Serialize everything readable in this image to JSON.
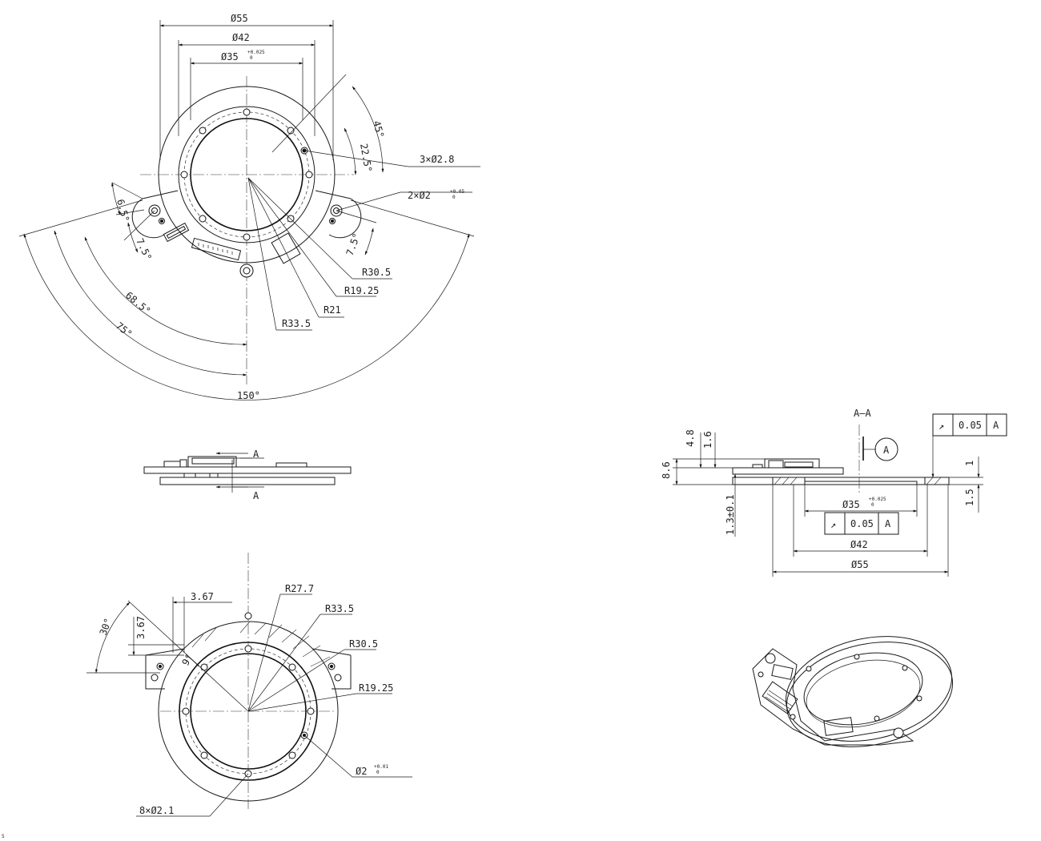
{
  "top_view": {
    "dims": {
      "d55": "Ø55",
      "d42": "Ø42",
      "d35": "Ø35",
      "d35_tol_upper": "+0.025",
      "d35_tol_lower": "0",
      "a45": "45°",
      "a22_5": "22.5°",
      "a6_5": "6.5°",
      "a7_5_left": "7.5°",
      "a7_5_right": "7.5°",
      "a68_5": "68.5°",
      "a75": "75°",
      "a150": "150°",
      "holes_3x": "3×Ø2.8",
      "holes_2x": "2×Ø2",
      "holes_2x_tol_upper": "+0.05",
      "holes_2x_tol_lower": "0",
      "r30_5": "R30.5",
      "r19_25": "R19.25",
      "r21": "R21",
      "r33_5": "R33.5"
    }
  },
  "side_view": {
    "section_label_top": "A",
    "section_label_bottom": "A"
  },
  "bottom_view": {
    "dims": {
      "d3_67_h": "3.67",
      "d3_67_v": "3.67",
      "a30": "30°",
      "a9": "9°",
      "r27_7": "R27.7",
      "r33_5": "R33.5",
      "r30_5": "R30.5",
      "r19_25": "R19.25",
      "d2": "Ø2",
      "d2_tol_upper": "+0.01",
      "d2_tol_lower": "0",
      "holes_8x": "8×Ø2.1"
    }
  },
  "section_view": {
    "title": "A–A",
    "datum": "A",
    "gdt_top": {
      "symbol": "↗",
      "value": "0.05",
      "datum": "A"
    },
    "gdt_mid": {
      "symbol": "↗",
      "value": "0.05",
      "datum": "A"
    },
    "dims": {
      "h4_8": "4.8",
      "h1_6": "1.6",
      "h8_6": "8.6",
      "h1_3": "1.3±0.1",
      "h1": "1",
      "h1_5": "1.5",
      "d35": "Ø35",
      "d35_tol_upper": "+0.025",
      "d35_tol_lower": "0",
      "d42": "Ø42",
      "d55": "Ø55"
    }
  },
  "page": {
    "corner_mark": "5"
  }
}
